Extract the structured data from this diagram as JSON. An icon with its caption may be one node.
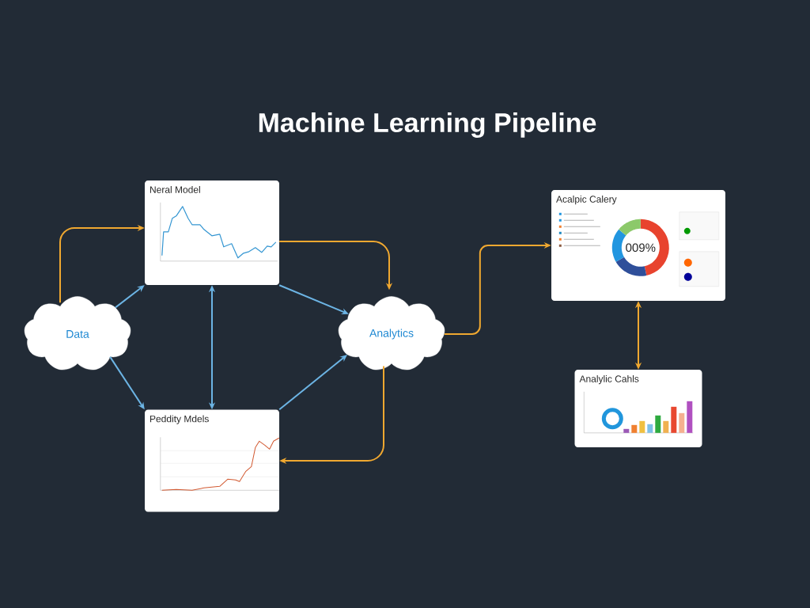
{
  "diagram": {
    "title": "Machine Learning Pipeline",
    "nodes": [
      {
        "text": [
          "Data"
        ]
      },
      {
        "text": [
          "Neral Model"
        ]
      },
      {
        "text": [
          "Peddity Mdels"
        ]
      },
      {
        "text": [
          "Analytics"
        ]
      },
      {
        "text": [
          "Acalpic Calery"
        ]
      },
      {
        "text": [
          "Analylic Cahls"
        ]
      }
    ],
    "edges": [
      {
        "from": 0,
        "to": 1,
        "arrow": "to",
        "color": "#f0a830"
      },
      {
        "from": 0,
        "to": 1,
        "arrow": "to",
        "color": "#6cb4e4"
      },
      {
        "from": 0,
        "to": 2,
        "arrow": "to",
        "color": "#6cb4e4"
      },
      {
        "from": 1,
        "to": 2,
        "arrow": "both",
        "color": "#6cb4e4"
      },
      {
        "from": 1,
        "to": 3,
        "arrow": "to",
        "color": "#f0a830"
      },
      {
        "from": 1,
        "to": 3,
        "arrow": "to",
        "color": "#6cb4e4"
      },
      {
        "from": 2,
        "to": 3,
        "arrow": "to",
        "color": "#6cb4e4"
      },
      {
        "from": 3,
        "to": 2,
        "arrow": "to",
        "color": "#f0a830"
      },
      {
        "from": 3,
        "to": 4,
        "arrow": "to",
        "color": "#f0a830"
      },
      {
        "from": 4,
        "to": 5,
        "arrow": "both",
        "color": "#f0a830"
      }
    ],
    "labels": [
      "009%"
    ]
  }
}
